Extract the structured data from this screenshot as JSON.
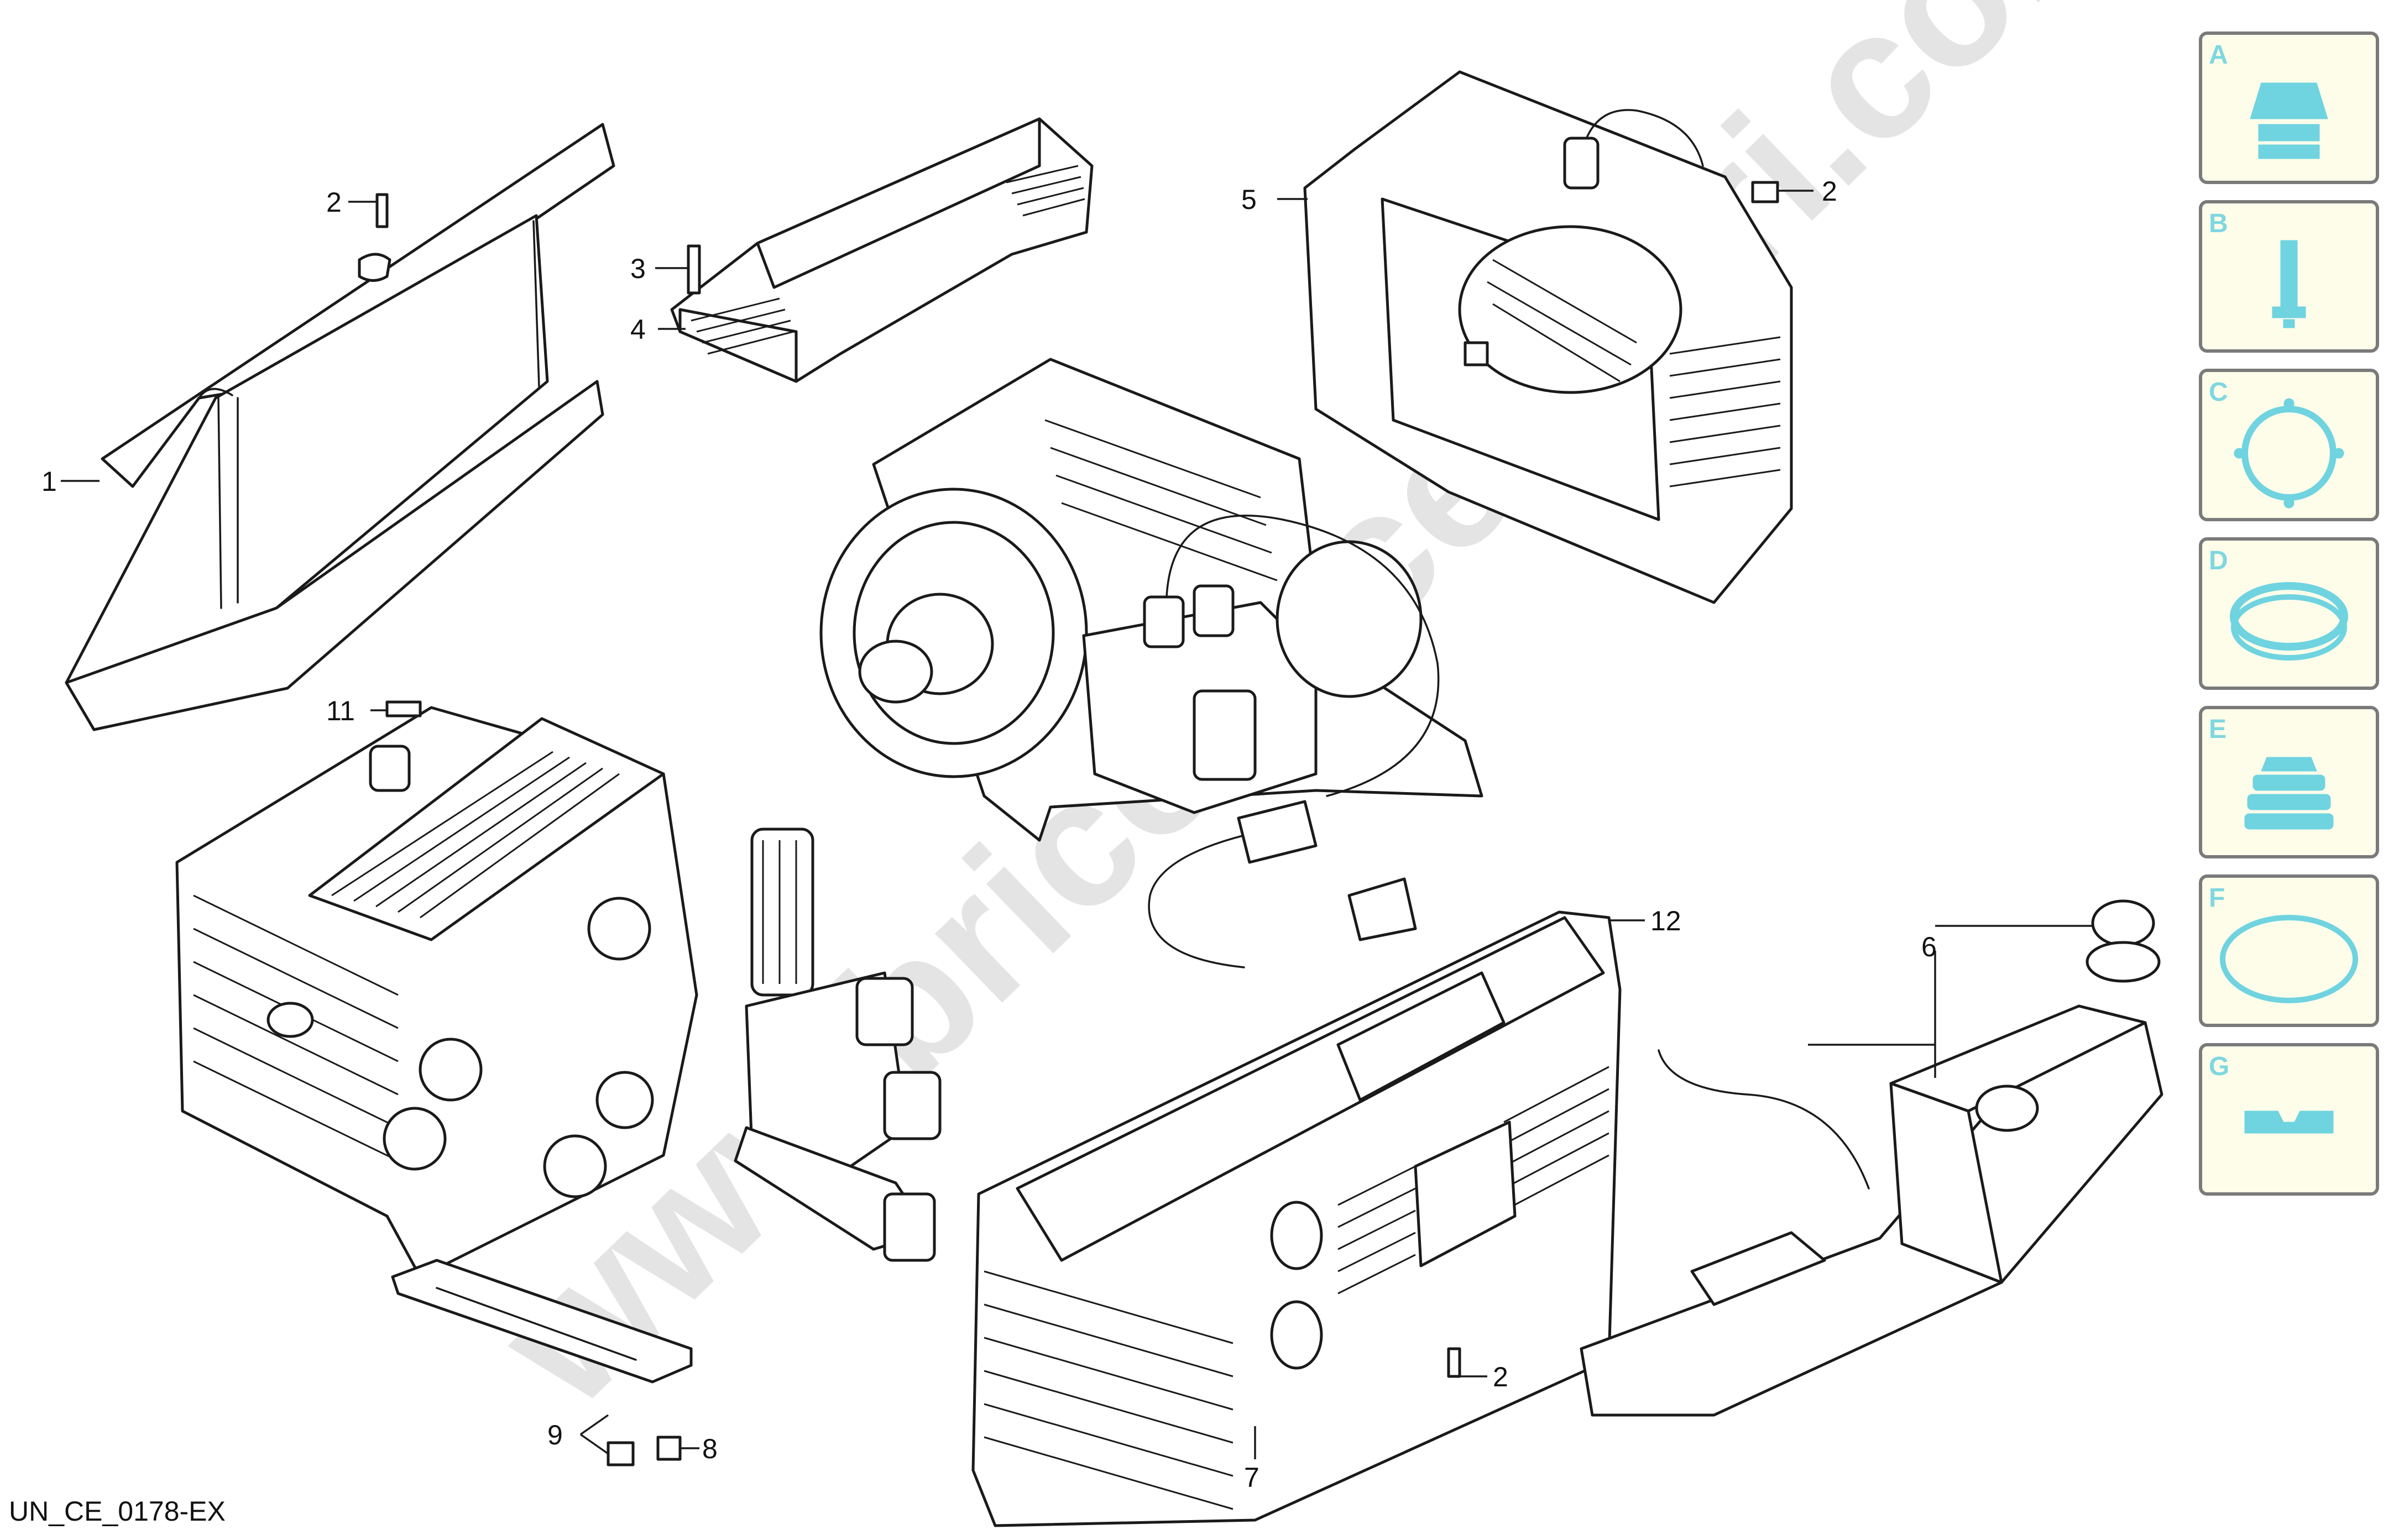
{
  "drawing_code": "UN_CE_0178-EX",
  "watermark": "www.bricoaccessori.com",
  "callouts": [
    {
      "id": "c1",
      "label": "1"
    },
    {
      "id": "c2a",
      "label": "2"
    },
    {
      "id": "c3",
      "label": "3"
    },
    {
      "id": "c4",
      "label": "4"
    },
    {
      "id": "c5",
      "label": "5"
    },
    {
      "id": "c2b",
      "label": "2"
    },
    {
      "id": "c11",
      "label": "11"
    },
    {
      "id": "c12",
      "label": "12"
    },
    {
      "id": "c6",
      "label": "6"
    },
    {
      "id": "c2c",
      "label": "2"
    },
    {
      "id": "c9",
      "label": "9"
    },
    {
      "id": "c8",
      "label": "8"
    },
    {
      "id": "c7",
      "label": "7"
    }
  ],
  "legend": [
    {
      "letter": "A",
      "icon": "nozzle-cap-icon"
    },
    {
      "letter": "B",
      "icon": "pin-icon"
    },
    {
      "letter": "C",
      "icon": "flange-ring-icon"
    },
    {
      "letter": "D",
      "icon": "seal-ring-icon"
    },
    {
      "letter": "E",
      "icon": "bellows-icon"
    },
    {
      "letter": "F",
      "icon": "o-ring-icon"
    },
    {
      "letter": "G",
      "icon": "gasket-strip-icon"
    }
  ],
  "colors": {
    "legend_fill": "#fdfdea",
    "legend_border": "#7a7a7a",
    "legend_accent": "#6fd3e0",
    "line": "#1a1a1a"
  }
}
